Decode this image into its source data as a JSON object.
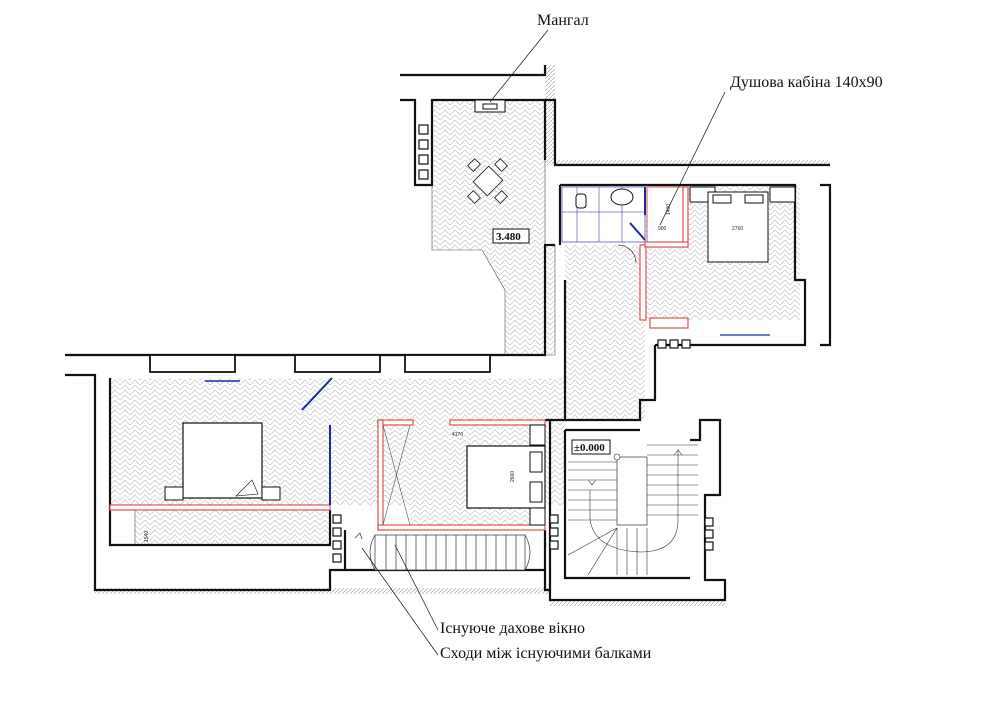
{
  "annotations": {
    "bbq": "Мангал",
    "shower": "Душова кабіна 140х90",
    "roof_window": "Існуюче дахове вікно",
    "stairs": "Сходи між існуючими балками"
  },
  "levels": {
    "terrace": "3.480",
    "stairwell": "±0.000"
  },
  "dimensions": {
    "shower_depth": "1400",
    "shower_width": "900",
    "bedroom_right": "2760",
    "room_center": "4170",
    "bed_center": "2660",
    "left_room": "1540"
  },
  "colors": {
    "new_walls": "#e05050",
    "doors": "#1a2aa0",
    "wall": "#111111"
  }
}
